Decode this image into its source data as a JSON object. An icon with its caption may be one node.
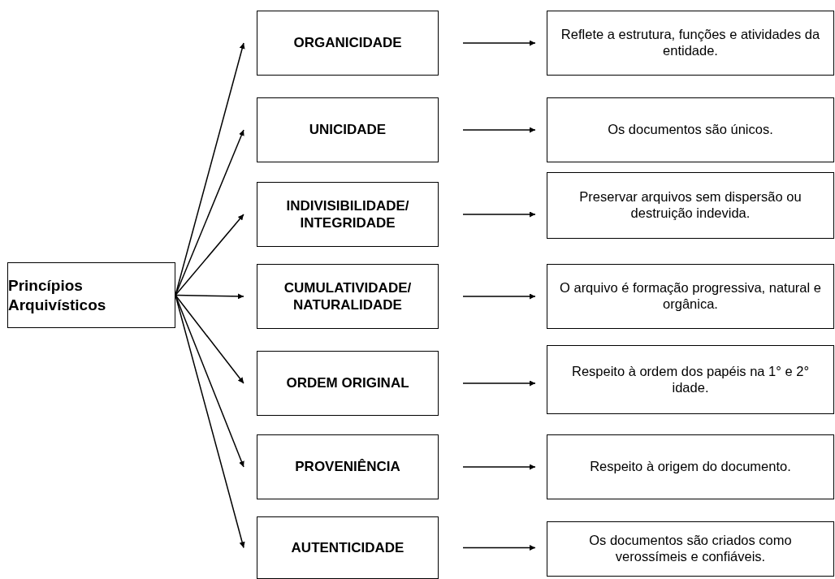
{
  "diagram": {
    "nodes": [
      {
        "text": [
          "Princípios Arquivísticos"
        ]
      },
      {
        "text": [
          "ORGANICIDADE"
        ]
      },
      {
        "text": [
          "UNICIDADE"
        ]
      },
      {
        "text": [
          "INDIVISIBILIDADE/ INTEGRIDADE"
        ]
      },
      {
        "text": [
          "CUMULATIVIDADE/ NATURALIDADE"
        ]
      },
      {
        "text": [
          "ORDEM ORIGINAL"
        ]
      },
      {
        "text": [
          "PROVENIÊNCIA"
        ]
      },
      {
        "text": [
          "AUTENTICIDADE"
        ]
      },
      {
        "text": [
          "Reflete a estrutura, funções e atividades da entidade."
        ]
      },
      {
        "text": [
          "Os documentos são únicos."
        ]
      },
      {
        "text": [
          "Preservar arquivos sem dispersão ou destruição indevida."
        ]
      },
      {
        "text": [
          "O arquivo é formação progressiva, natural e orgânica."
        ]
      },
      {
        "text": [
          "Respeito à ordem dos papéis na 1° e 2° idade."
        ]
      },
      {
        "text": [
          "Respeito à origem do documento."
        ]
      },
      {
        "text": [
          "Os documentos são criados como verossímeis e confiáveis."
        ]
      }
    ],
    "edges": [
      {
        "from": 0,
        "to": 1,
        "arrow": "to"
      },
      {
        "from": 0,
        "to": 2,
        "arrow": "to"
      },
      {
        "from": 0,
        "to": 3,
        "arrow": "to"
      },
      {
        "from": 0,
        "to": 4,
        "arrow": "to"
      },
      {
        "from": 0,
        "to": 5,
        "arrow": "to"
      },
      {
        "from": 0,
        "to": 6,
        "arrow": "to"
      },
      {
        "from": 0,
        "to": 7,
        "arrow": "to"
      },
      {
        "from": 1,
        "to": 8,
        "arrow": "to"
      },
      {
        "from": 2,
        "to": 9,
        "arrow": "to"
      },
      {
        "from": 3,
        "to": 10,
        "arrow": "to"
      },
      {
        "from": 4,
        "to": 11,
        "arrow": "to"
      },
      {
        "from": 5,
        "to": 12,
        "arrow": "to"
      },
      {
        "from": 6,
        "to": 13,
        "arrow": "to"
      },
      {
        "from": 7,
        "to": 14,
        "arrow": "to"
      }
    ]
  }
}
